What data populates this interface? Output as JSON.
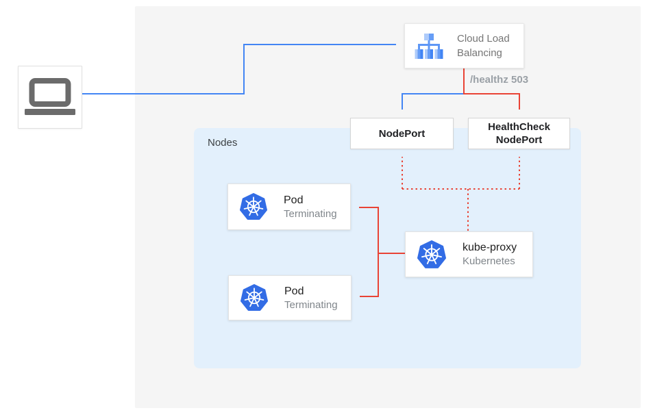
{
  "groups": {
    "nodes": {
      "label": "Nodes"
    }
  },
  "nodes": {
    "client": {
      "icon": "laptop-icon"
    },
    "cloud_load_balancing": {
      "label": "Cloud Load Balancing",
      "icon": "cloud-load-balancing-icon"
    },
    "nodeport": {
      "label": "NodePort"
    },
    "healthcheck_nodeport": {
      "label": "HealthCheck NodePort"
    },
    "kube_proxy": {
      "title": "kube-proxy",
      "subtitle": "Kubernetes",
      "icon": "kubernetes-icon"
    }
  },
  "pods": [
    {
      "title": "Pod",
      "status": "Terminating",
      "icon": "kubernetes-icon"
    },
    {
      "title": "Pod",
      "status": "Terminating",
      "icon": "kubernetes-icon"
    }
  ],
  "annotations": {
    "healthz": "/healthz 503"
  },
  "colors": {
    "blue_flow": "#4285f4",
    "red_flow": "#e94335",
    "panel_bg": "#f5f5f5",
    "nodes_group_bg": "#e3f0fc",
    "kubernetes_blue": "#326ce5",
    "load_balancer_blue_light": "#aecbfa",
    "load_balancer_blue_mid": "#669df6",
    "icon_gray": "#6b6b6b",
    "muted_text": "#9aa0a6"
  }
}
